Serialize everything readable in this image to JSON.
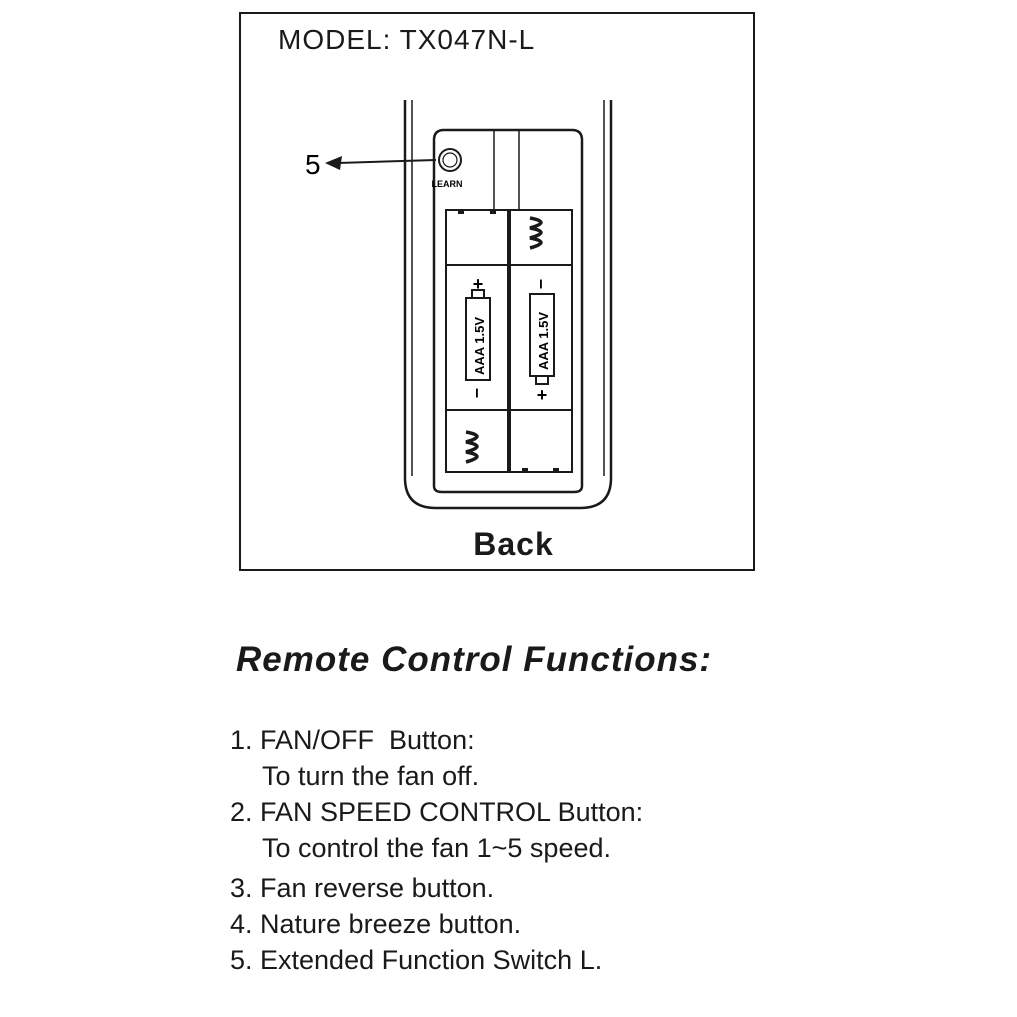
{
  "model_label": "MODEL: TX047N-L",
  "back_label": "Back",
  "learn_label": "LEARN",
  "callout_number": "5",
  "battery_labels": [
    "AAA 1.5V",
    "AAA 1.5V"
  ],
  "battery_polarity": {
    "left": {
      "top": "+",
      "bottom": "–"
    },
    "right": {
      "top": "–",
      "bottom": "+"
    }
  },
  "functions": {
    "title": "Remote Control Functions:",
    "items": [
      {
        "label": "1. FAN/OFF  Button:",
        "desc": "To turn the fan off."
      },
      {
        "label": "2. FAN SPEED CONTROL Button:",
        "desc": "To control the fan 1~5 speed."
      },
      {
        "label": "3. Fan reverse button.",
        "desc": ""
      },
      {
        "label": "4. Nature breeze button.",
        "desc": ""
      },
      {
        "label": "5. Extended Function Switch L.",
        "desc": ""
      }
    ]
  }
}
